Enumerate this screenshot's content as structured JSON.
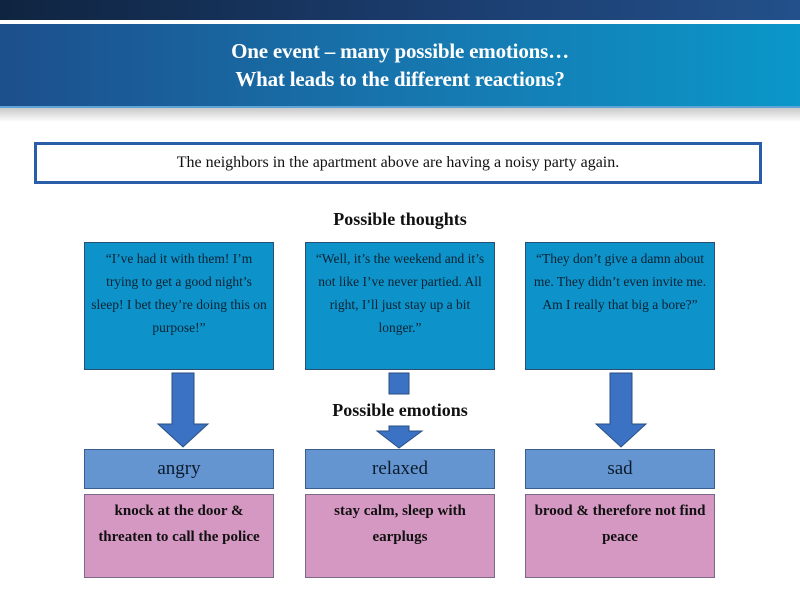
{
  "title": {
    "line1": "One event – many possible emotions…",
    "line2": "What leads to the different reactions?"
  },
  "event": {
    "text": "The neighbors in the apartment above are having a noisy party again."
  },
  "labels": {
    "thoughts": "Possible thoughts",
    "emotions": "Possible emotions"
  },
  "columns": [
    {
      "thought": "“I’ve had it with them! I’m trying to get a good night’s sleep! I bet they’re doing this on purpose!”",
      "emotion": "angry",
      "reaction": "knock  at the door & threaten to call the police"
    },
    {
      "thought": "“Well, it’s the weekend and it’s not like I’ve never partied. All right, I’ll just stay up a bit longer.”",
      "emotion": "relaxed",
      "reaction": "stay calm, sleep with earplugs"
    },
    {
      "thought": "“They don’t give a damn about me. They didn’t even invite me. Am I really that big a bore?”",
      "emotion": "sad",
      "reaction": "brood & therefore not find peace"
    }
  ],
  "colors": {
    "thought_box": "#0d93c9",
    "emotion_box": "#6495d1",
    "reaction_box": "#d598c2",
    "arrow": "#3b72c4",
    "event_border": "#2a5ea8"
  }
}
